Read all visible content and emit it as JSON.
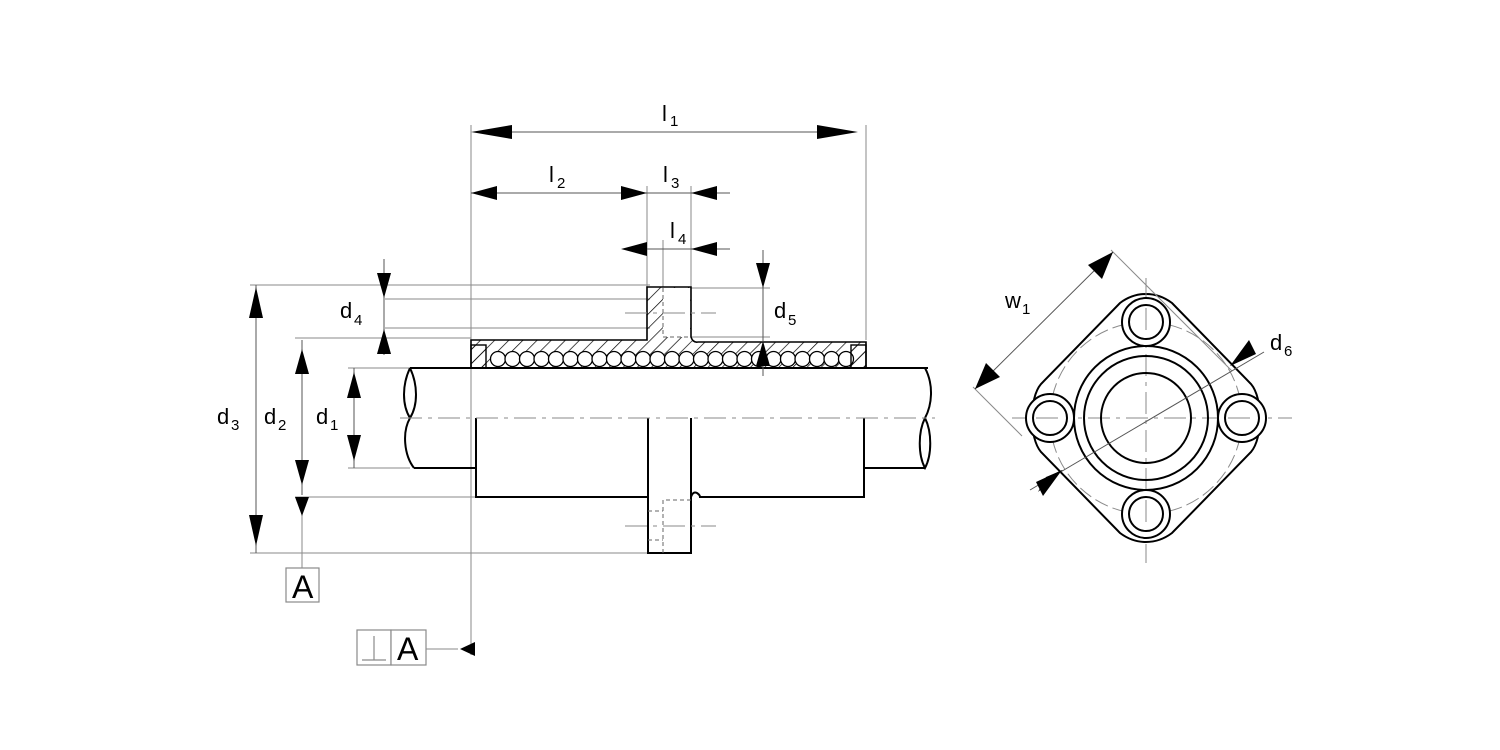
{
  "drawing": {
    "title": "Flanged linear ball bearing unit on shaft",
    "side_view": {
      "dimensions": {
        "l1": {
          "base": "l",
          "sub": "1"
        },
        "l2": {
          "base": "l",
          "sub": "2"
        },
        "l3": {
          "base": "l",
          "sub": "3"
        },
        "l4": {
          "base": "l",
          "sub": "4"
        },
        "d1": {
          "base": "d",
          "sub": "1"
        },
        "d2": {
          "base": "d",
          "sub": "2"
        },
        "d3": {
          "base": "d",
          "sub": "3"
        },
        "d4": {
          "base": "d",
          "sub": "4"
        },
        "d5": {
          "base": "d",
          "sub": "5"
        }
      },
      "datum_label": "A",
      "tolerance_frame": {
        "symbol": "⊥",
        "symbol_name": "perpendicularity-icon",
        "datum": "A"
      }
    },
    "front_view": {
      "dimensions": {
        "w1": {
          "base": "w",
          "sub": "1"
        },
        "d6": {
          "base": "d",
          "sub": "6"
        }
      }
    },
    "colors": {
      "line": "#000000",
      "dimension_line": "#555555",
      "center_line": "#8a8a8a",
      "background": "#ffffff"
    }
  }
}
